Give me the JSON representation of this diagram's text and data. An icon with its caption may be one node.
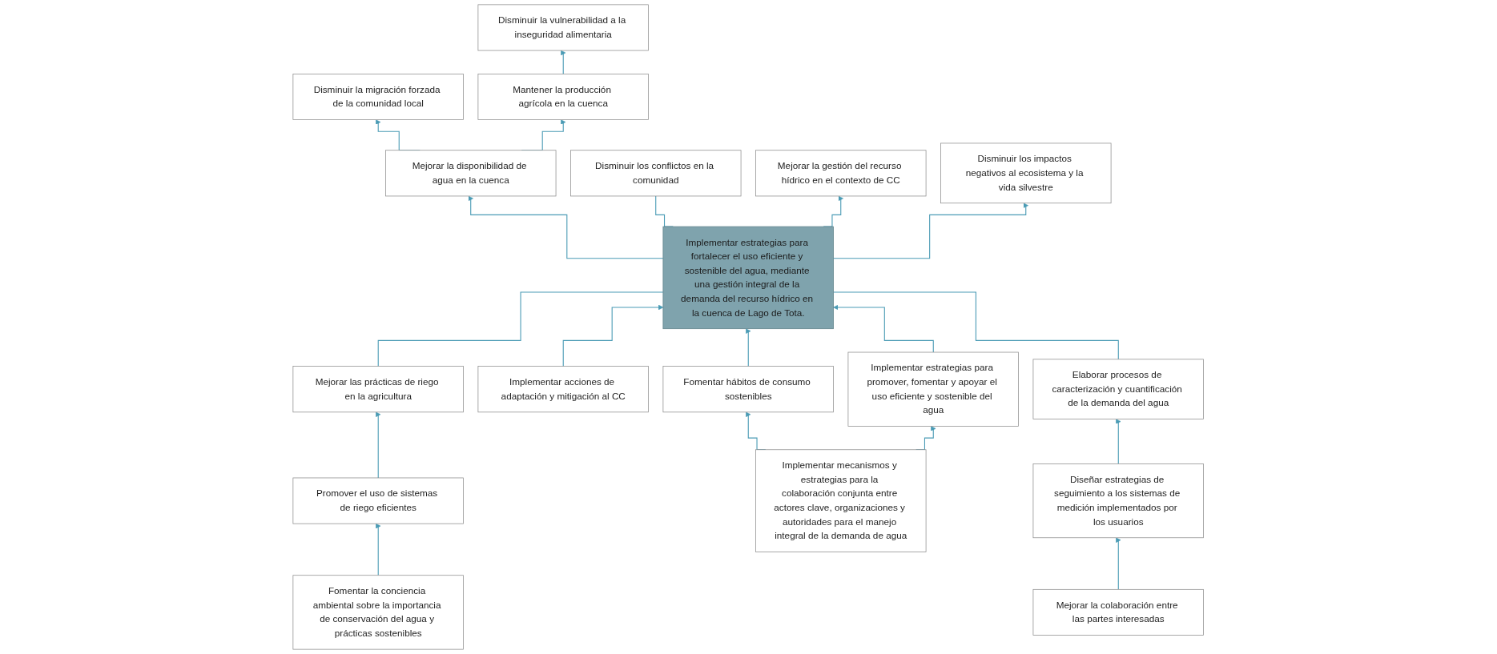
{
  "diagram": {
    "nodes": [
      {
        "text": [
          "Disminuir la migración forzada de la comunidad local"
        ]
      },
      {
        "text": [
          "Disminuir la vulnerabilidad a la inseguridad alimentaria"
        ]
      },
      {
        "text": [
          "Mejorar la disponibilidad de agua en la cuenca"
        ]
      },
      {
        "text": [
          "Mantener la producción agrícola en la cuenca"
        ]
      },
      {
        "text": [
          "Disminuir los conflictos en la comunidad"
        ]
      },
      {
        "text": [
          "Mejorar la gestión del recurso hídrico en el contexto de CC"
        ]
      },
      {
        "text": [
          "Disminuir los impactos negativos al ecosistema y la vida silvestre"
        ]
      },
      {
        "text": [
          "Implementar estrategias para fortalecer el uso eficiente y sostenible del agua, mediante una gestión integral de la demanda del recurso hídrico en la cuenca de Lago de Tota."
        ]
      },
      {
        "text": [
          "Mejorar las prácticas de riego en la agricultura"
        ]
      },
      {
        "text": [
          "Implementar acciones de adaptación y mitigación al CC"
        ]
      },
      {
        "text": [
          "Fomentar hábitos de consumo sostenibles"
        ]
      },
      {
        "text": [
          "Implementar estrategias para promover, fomentar y apoyar el uso eficiente y sostenible del agua"
        ]
      },
      {
        "text": [
          "Elaborar procesos de caracterización y cuantificación de la demanda del agua"
        ]
      },
      {
        "text": [
          "Promover el uso de sistemas de riego eficientes"
        ]
      },
      {
        "text": [
          "Diseñar estrategias de seguimiento a los sistemas de medición implementados por los usuarios"
        ]
      },
      {
        "text": [
          "Implementar mecanismos y estrategias para la colaboración conjunta entre actores clave, organizaciones y autoridades para el manejo integral de la demanda de agua"
        ]
      },
      {
        "text": [
          "Fomentar la conciencia ambiental sobre la importancia de conservación del agua y prácticas sostenibles"
        ]
      },
      {
        "text": [
          "Mejorar la colaboración entre las partes interesadas"
        ]
      }
    ],
    "edges": [
      {
        "from": 2,
        "to": 0,
        "arrow": "to"
      },
      {
        "from": 3,
        "to": 1,
        "arrow": "to"
      },
      {
        "from": 2,
        "to": 3,
        "arrow": "to"
      },
      {
        "from": 7,
        "to": 2,
        "arrow": "to"
      },
      {
        "from": 7,
        "to": 4,
        "arrow": "none"
      },
      {
        "from": 7,
        "to": 5,
        "arrow": "to"
      },
      {
        "from": 7,
        "to": 6,
        "arrow": "to"
      },
      {
        "from": 8,
        "to": 7,
        "arrow": "none"
      },
      {
        "from": 9,
        "to": 7,
        "arrow": "to"
      },
      {
        "from": 10,
        "to": 7,
        "arrow": "to"
      },
      {
        "from": 11,
        "to": 7,
        "arrow": "to"
      },
      {
        "from": 12,
        "to": 7,
        "arrow": "none"
      },
      {
        "from": 13,
        "to": 8,
        "arrow": "to"
      },
      {
        "from": 16,
        "to": 13,
        "arrow": "to"
      },
      {
        "from": 15,
        "to": 10,
        "arrow": "to"
      },
      {
        "from": 15,
        "to": 11,
        "arrow": "to"
      },
      {
        "from": 14,
        "to": 12,
        "arrow": "to"
      },
      {
        "from": 17,
        "to": 14,
        "arrow": "to"
      }
    ]
  }
}
